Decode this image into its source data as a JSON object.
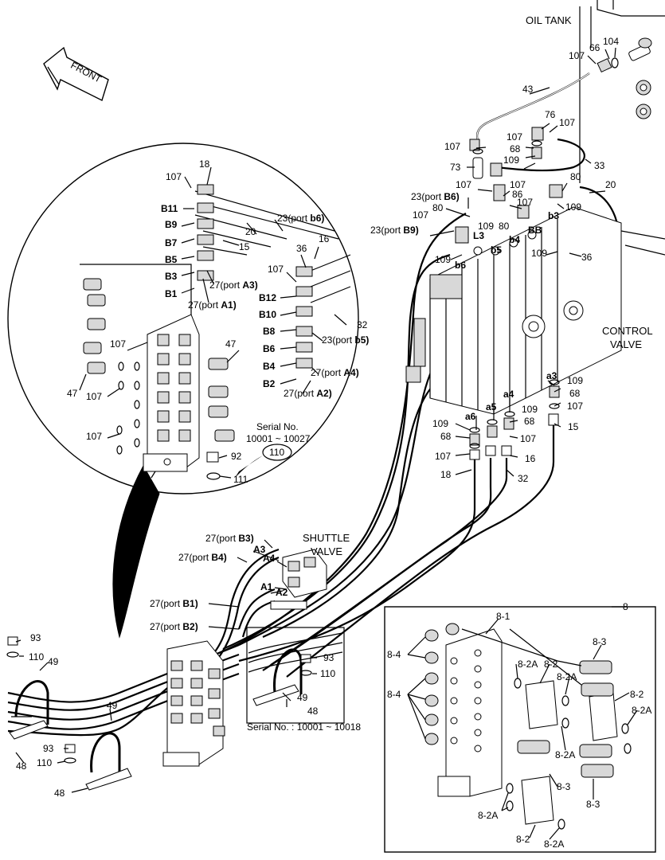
{
  "titles": {
    "oil_tank": "OIL TANK",
    "front": "FRONT",
    "control_valve_1": "CONTROL",
    "control_valve_2": "VALVE",
    "shuttle_valve_1": "SHUTTLE",
    "shuttle_valve_2": "VALVE"
  },
  "serial": {
    "detail_line1": "Serial No.",
    "detail_line2": "10001 ~ 10027",
    "detail_ref": "110",
    "clamp_note": "Serial No. : 10001 ~ 10018",
    "box_ref": "8"
  },
  "callouts": {
    "c107a": "107",
    "c66": "66",
    "c104": "104",
    "c43": "43",
    "c76": "76",
    "c107b": "107",
    "c107c": "107",
    "c68a": "68",
    "c107d": "107",
    "c109a": "109",
    "c33": "33",
    "c73": "73",
    "c107e": "107",
    "c107f": "107",
    "c86": "86",
    "c80a": "80",
    "c20a": "20",
    "c23b6": "23(port ",
    "c23b6b": "B6)",
    "c107g": "107",
    "c80b": "80",
    "c109b": "109",
    "c80c": "80",
    "c109c": "109",
    "c23b9": "23(port ",
    "c23b9b": "B9)",
    "c109d": "109",
    "c36a": "36",
    "cL3": "L3",
    "cb6": "b6",
    "cb5": "b5",
    "cb4": "b4",
    "cb3": "b3",
    "cBB": "BB",
    "ca3": "a3",
    "ca4": "a4",
    "ca5": "a5",
    "ca6": "a6",
    "c109e": "109",
    "c68b": "68",
    "c107h": "107",
    "c109f": "109",
    "c68c": "68",
    "c107i": "107",
    "c15a": "15",
    "c109g": "109",
    "c68d": "68",
    "c107j": "107",
    "c16a": "16",
    "c18a": "18",
    "c32a": "32",
    "d107a": "107",
    "d18": "18",
    "dB11": "B11",
    "dB9": "B9",
    "d23b6": "23(port ",
    "d23b6b": "b6)",
    "d20": "20",
    "dB7": "B7",
    "d15": "15",
    "dB5": "B5",
    "dB3": "B3",
    "d27a3": "27(port ",
    "d27a3b": "A3)",
    "dB1": "B1",
    "d27a1": "27(port ",
    "d27a1b": "A1)",
    "d16": "16",
    "d36": "36",
    "d107b": "107",
    "dB12": "B12",
    "dB10": "B10",
    "d32": "32",
    "dB8": "B8",
    "dB6": "B6",
    "d23b5": "23(port ",
    "d23b5b": "b5)",
    "dB4": "B4",
    "d27a4": "27(port ",
    "d27a4b": "A4)",
    "dB2": "B2",
    "d27a2": "27(port ",
    "d27a2b": "A2)",
    "d107c": "107",
    "d47a": "47",
    "d47b": "47",
    "d107d": "107",
    "d107e": "107",
    "d92": "92",
    "d111": "111",
    "d8": "8",
    "s27b3": "27(port ",
    "s27b3b": "B3)",
    "sA3": "A3",
    "s27b4": "27(port ",
    "s27b4b": "B4)",
    "sA4": "A4",
    "sA1": "A1",
    "sA2": "A2",
    "s27b1": "27(port ",
    "s27b1b": "B1)",
    "s27b2": "27(port ",
    "s27b2b": "B2)",
    "l93a": "93",
    "l110a": "110",
    "l49a": "49",
    "l49b": "49",
    "l93b": "93",
    "l110b": "110",
    "l48a": "48",
    "l48b": "48",
    "m93": "93",
    "m110": "110",
    "m49": "49",
    "m48": "48",
    "b81": "8-1",
    "b84a": "8-4",
    "b84b": "8-4",
    "b82Aa": "8-2A",
    "b82a": "8-2",
    "b82Ab": "8-2A",
    "b83a": "8-3",
    "b82b": "8-2",
    "b82Ac": "8-2A",
    "b82Ad": "8-2A",
    "b83b": "8-3",
    "b83c": "8-3",
    "b82Ae": "8-2A",
    "b82c": "8-2",
    "b82Af": "8-2A"
  }
}
